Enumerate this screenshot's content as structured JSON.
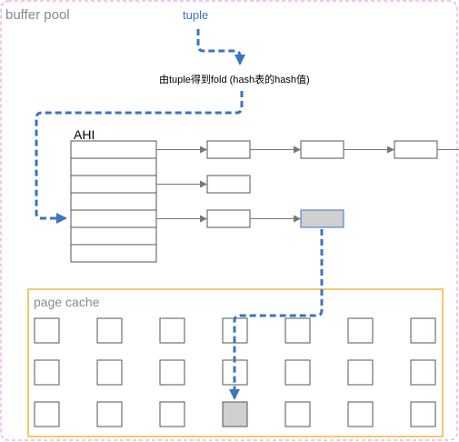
{
  "diagram": {
    "buffer_pool_label": "buffer pool",
    "tuple_label": "tuple",
    "fold_label": "由tuple得到fold (hash表的hash值)",
    "ahi_label": "AHI",
    "page_cache_label": "page cache"
  },
  "colors": {
    "pool_border": "#e58ae3",
    "cache_border": "#f0b83a",
    "dashed_path": "#3a74c3",
    "tuple_text": "#3a74c3",
    "highlight_fill": "#d0d0d0",
    "highlight_border_blue": "#3a74c3",
    "box_border": "#555555",
    "arrow": "#777777"
  },
  "hash_table": {
    "slot_count": 7,
    "chains": [
      {
        "slot": 1,
        "length": 4,
        "highlight_index": -1
      },
      {
        "slot": 3,
        "length": 1,
        "highlight_index": -1
      },
      {
        "slot": 5,
        "length": 2,
        "highlight_index": 1
      }
    ]
  },
  "page_grid": {
    "rows": 3,
    "cols": 7,
    "highlight": {
      "row": 2,
      "col": 3
    }
  }
}
